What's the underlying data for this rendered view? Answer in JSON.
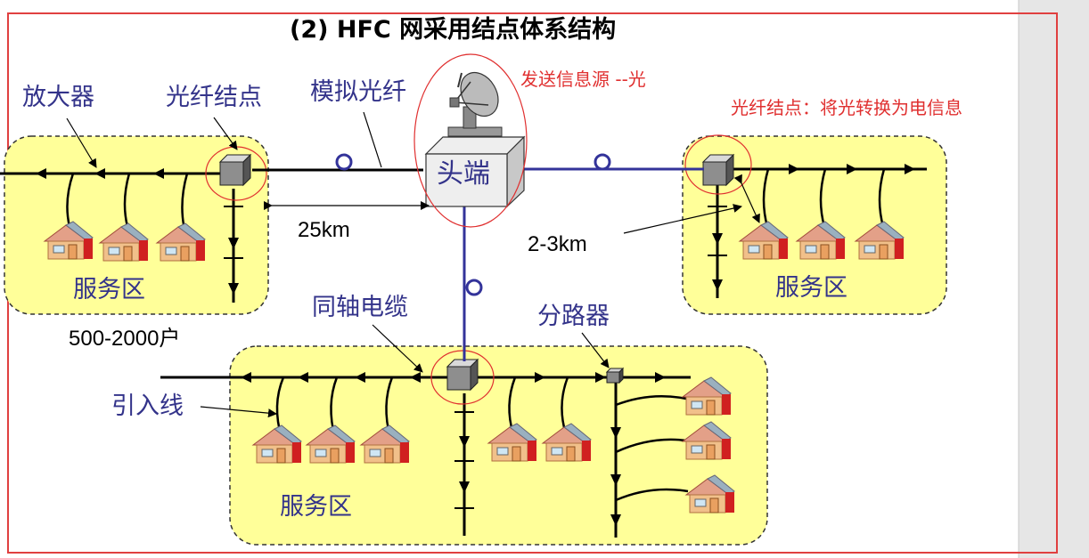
{
  "title": "(2) HFC 网采用结点体系结构",
  "labels": {
    "amplifier": "放大器",
    "fiber_node": "光纤结点",
    "analog_fiber": "模拟光纤",
    "headend": "头端",
    "send_source": "发送信息源  --光",
    "fiber_node_note": "光纤结点：将光转换为电信息",
    "coax": "同轴电缆",
    "splitter": "分路器",
    "drop_line": "引入线",
    "service_area": "服务区",
    "dist_25km": "25km",
    "dist_2_3km": "2-3km",
    "households": "500-2000户"
  },
  "colors": {
    "service_area_fill": "#ffff99",
    "fiber_line": "#33339a",
    "label_blue": "#33338a",
    "annotation_red": "#e03030",
    "frame_red": "#e04040"
  },
  "icons": [
    "satellite-dish-icon",
    "house-icon",
    "node-box-icon",
    "splitter-icon"
  ]
}
